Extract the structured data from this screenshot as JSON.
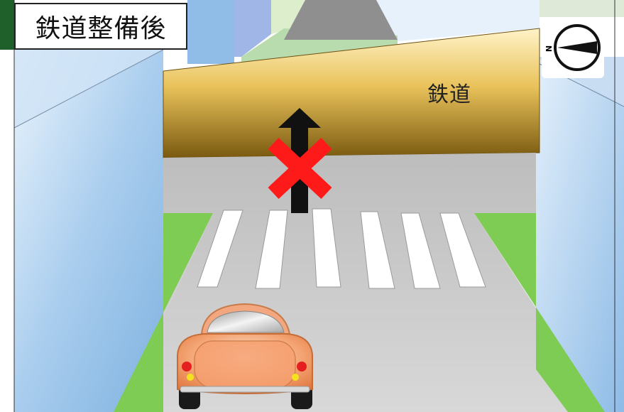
{
  "title": "鉄道整備後",
  "railway_label": "鉄道",
  "compass": {
    "north_label": "N",
    "icon": "compass-icon"
  },
  "colors": {
    "building_blue": "#9ec8ea",
    "railway_gold": "#e0b64a",
    "road_gray": "#c8c8c8",
    "grass_green": "#7fcc55",
    "car_orange": "#f2a77e",
    "cross_red": "#ff1a1a",
    "arrow_black": "#111111"
  }
}
